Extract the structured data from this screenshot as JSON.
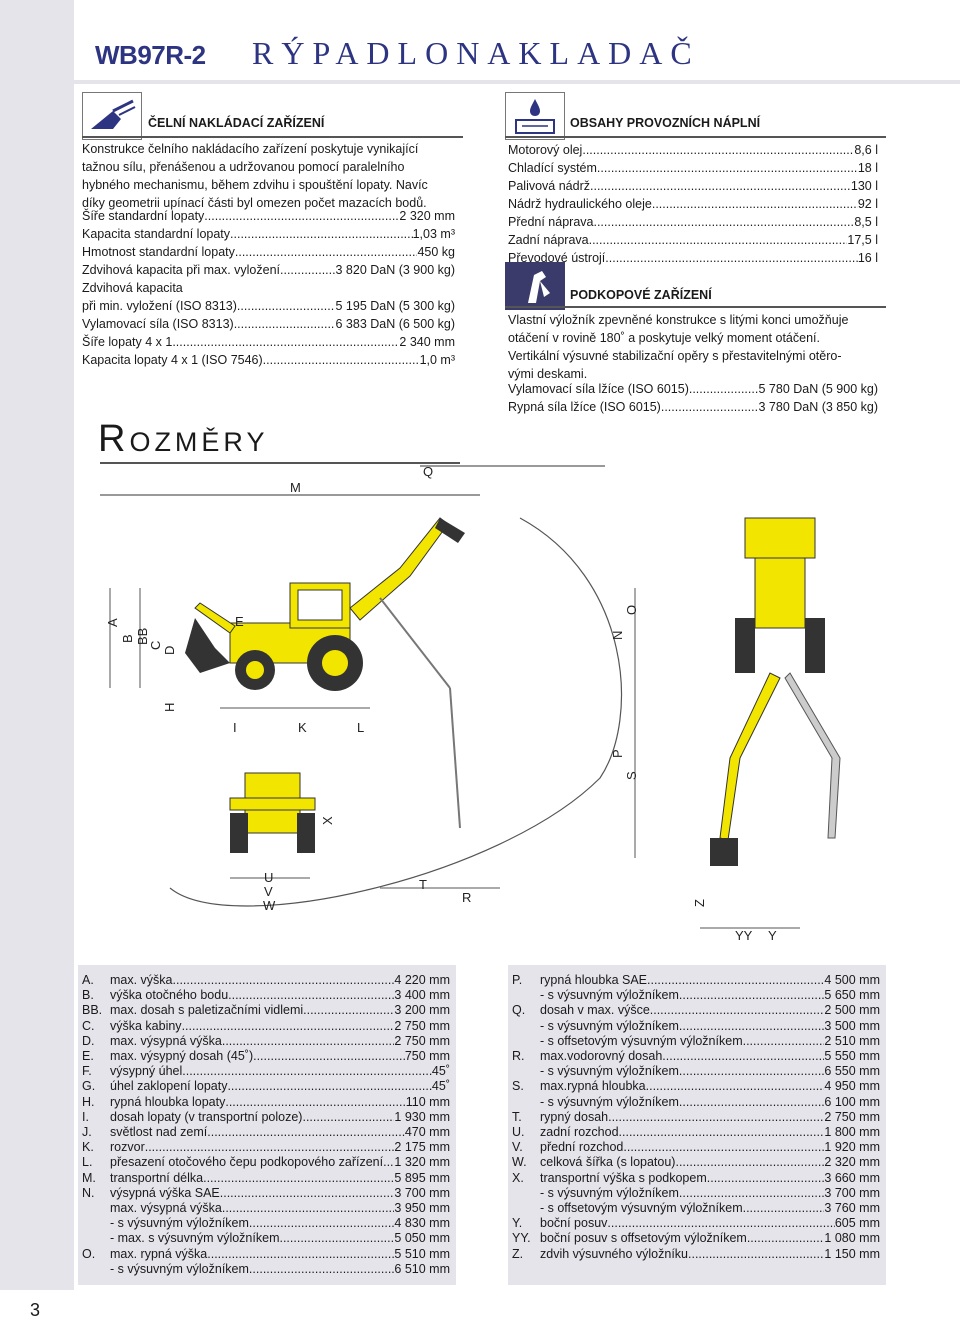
{
  "header": {
    "model": "WB97R-2",
    "title": "RÝPADLONAKLADAČ",
    "page_number": "3"
  },
  "loader": {
    "heading": "ČELNÍ NAKLÁDACÍ ZAŘÍZENÍ",
    "icon": "loader-bucket-icon",
    "paragraph": [
      "Konstrukce čelního nakládacího zařízení poskytuje vynikající",
      "tažnou sílu, přenášenou a udržovanou pomocí paralelního",
      "hybného mechanismu, během zdvihu i spouštění lopaty. Navíc",
      "díky geometrii upínací části byl omezen počet mazacích bodů."
    ],
    "specs": [
      {
        "label": "Šíře standardní lopaty",
        "value": "2 320 mm"
      },
      {
        "label": "Kapacita standardní lopaty",
        "value": "1,03 m³"
      },
      {
        "label": "Hmotnost standardní lopaty",
        "value": "450 kg"
      },
      {
        "label": "Zdvihová kapacita při max. vyložení",
        "value": "3 820 DaN (3 900 kg)"
      },
      {
        "label": "Zdvihová kapacita",
        "value": ""
      },
      {
        "label": "při min. vyložení (ISO 8313)",
        "value": "5 195 DaN (5 300 kg)"
      },
      {
        "label": "Vylamovací síla (ISO 8313)",
        "value": "6 383 DaN (6 500 kg)"
      },
      {
        "label": "Šíře lopaty 4 x 1",
        "value": "2 340 mm"
      },
      {
        "label": "Kapacita lopaty 4 x 1 (ISO 7546)",
        "value": "1,0 m³"
      }
    ]
  },
  "fluids": {
    "heading": "OBSAHY PROVOZNÍCH NÁPLNÍ",
    "icon": "fuel-tank-icon",
    "specs": [
      {
        "label": "Motorový olej",
        "value": "8,6 l"
      },
      {
        "label": "Chladící systém",
        "value": "18 l"
      },
      {
        "label": "Palivová nádrž",
        "value": "130 l"
      },
      {
        "label": "Nádrž hydraulického oleje",
        "value": "92 l"
      },
      {
        "label": "Přední náprava",
        "value": "8,5 l"
      },
      {
        "label": "Zadní náprava",
        "value": "17,5 l"
      },
      {
        "label": "Převodové ústrojí",
        "value": "16 l"
      }
    ]
  },
  "backhoe": {
    "heading": "PODKOPOVÉ ZAŘÍZENÍ",
    "icon": "backhoe-arm-icon",
    "paragraph": [
      "Vlastní výložník zpevněné konstrukce s litými konci umožňuje",
      "otáčení v rovině 180˚ a poskytuje velký moment otáčení.",
      "Vertikální výsuvné stabilizační opěry s přestavitelnými otěro-",
      "vými deskami."
    ],
    "specs": [
      {
        "label": "Vylamovací síla lžíce (ISO 6015)",
        "value": "5 780 DaN (5 900 kg)"
      },
      {
        "label": "Rypná síla lžíce (ISO 6015)",
        "value": "3 780 DaN (3 850 kg)"
      }
    ]
  },
  "dimensions": {
    "heading": "Rozměry",
    "diagram_labels": [
      "M",
      "Q",
      "A",
      "B",
      "BB",
      "C",
      "D",
      "E",
      "H",
      "I",
      "K",
      "L",
      "N",
      "O",
      "P",
      "S",
      "X",
      "U",
      "V",
      "W",
      "T",
      "R",
      "Z",
      "YY",
      "Y"
    ],
    "left": [
      {
        "code": "A.",
        "label": "max. výška",
        "value": "4 220 mm"
      },
      {
        "code": "B.",
        "label": "výška otočného bodu",
        "value": "3 400 mm"
      },
      {
        "code": "BB.",
        "label": "max. dosah s paletizačními vidlemi",
        "value": "3 200 mm"
      },
      {
        "code": "C.",
        "label": "výška kabiny",
        "value": "2 750 mm"
      },
      {
        "code": "D.",
        "label": "max. výsypná výška",
        "value": "2 750 mm"
      },
      {
        "code": "E.",
        "label": "max. výsypný dosah (45˚)",
        "value": "750 mm"
      },
      {
        "code": "F.",
        "label": "výsypný úhel",
        "value": "45˚"
      },
      {
        "code": "G.",
        "label": "úhel zaklopení lopaty",
        "value": "45˚"
      },
      {
        "code": "H.",
        "label": "rypná hloubka lopaty",
        "value": "110 mm"
      },
      {
        "code": "I.",
        "label": "dosah lopaty (v transportní poloze)",
        "value": "1 930 mm"
      },
      {
        "code": "J.",
        "label": "světlost nad zemí",
        "value": "470 mm"
      },
      {
        "code": "K.",
        "label": "rozvor",
        "value": "2 175 mm"
      },
      {
        "code": "L.",
        "label": "přesazení otočového čepu podkopového zařízení",
        "value": "1 320 mm"
      },
      {
        "code": "M.",
        "label": "transportní délka",
        "value": "5 895 mm"
      },
      {
        "code": "N.",
        "label": "výsypná výška SAE",
        "value": "3 700 mm"
      },
      {
        "code": "",
        "label": "max. výsypná výška",
        "value": "3 950 mm"
      },
      {
        "code": "",
        "label": "- s výsuvným výložníkem",
        "value": "4 830 mm"
      },
      {
        "code": "",
        "label": "- max. s výsuvným výložníkem",
        "value": "5 050 mm"
      },
      {
        "code": "O.",
        "label": "max. rypná výška",
        "value": "5 510 mm"
      },
      {
        "code": "",
        "label": "- s výsuvným výložníkem",
        "value": "6 510 mm"
      }
    ],
    "right": [
      {
        "code": "P.",
        "label": "rypná hloubka SAE",
        "value": "4 500 mm"
      },
      {
        "code": "",
        "label": "- s výsuvným výložníkem",
        "value": "5 650 mm"
      },
      {
        "code": "Q.",
        "label": "dosah v max. výšce",
        "value": "2 500 mm"
      },
      {
        "code": "",
        "label": "- s výsuvným výložníkem",
        "value": "3 500 mm"
      },
      {
        "code": "",
        "label": "- s offsetovým výsuvným výložníkem",
        "value": "2 510 mm"
      },
      {
        "code": "R.",
        "label": "max.vodorovný dosah",
        "value": "5 550 mm"
      },
      {
        "code": "",
        "label": "- s výsuvným výložníkem",
        "value": "6 550 mm"
      },
      {
        "code": "S.",
        "label": "max.rypná hloubka",
        "value": "4 950 mm"
      },
      {
        "code": "",
        "label": "- s výsuvným výložníkem",
        "value": "6 100 mm"
      },
      {
        "code": "T.",
        "label": "rypný dosah",
        "value": "2 750 mm"
      },
      {
        "code": "U.",
        "label": "zadní rozchod",
        "value": "1 800 mm"
      },
      {
        "code": "V.",
        "label": "přední rozchod",
        "value": "1 920 mm"
      },
      {
        "code": "W.",
        "label": "celková šířka (s lopatou)",
        "value": "2 320 mm"
      },
      {
        "code": "X.",
        "label": "transportní výška s podkopem",
        "value": "3 660 mm"
      },
      {
        "code": "",
        "label": "- s výsuvným výložníkem",
        "value": "3 700 mm"
      },
      {
        "code": "",
        "label": "- s offsetovým výsuvným výložníkem",
        "value": "3 760 mm"
      },
      {
        "code": "Y.",
        "label": "boční posuv",
        "value": "605 mm"
      },
      {
        "code": "YY.",
        "label": "boční posuv s offsetovým výložníkem",
        "value": "1 080 mm"
      },
      {
        "code": "Z.",
        "label": "zdvih výsuvného výložníku",
        "value": "1 150 mm"
      }
    ]
  },
  "colors": {
    "brand_blue": "#2d3481",
    "machine_yellow": "#f2e600",
    "sidebar_gray": "#e4e4ea"
  }
}
